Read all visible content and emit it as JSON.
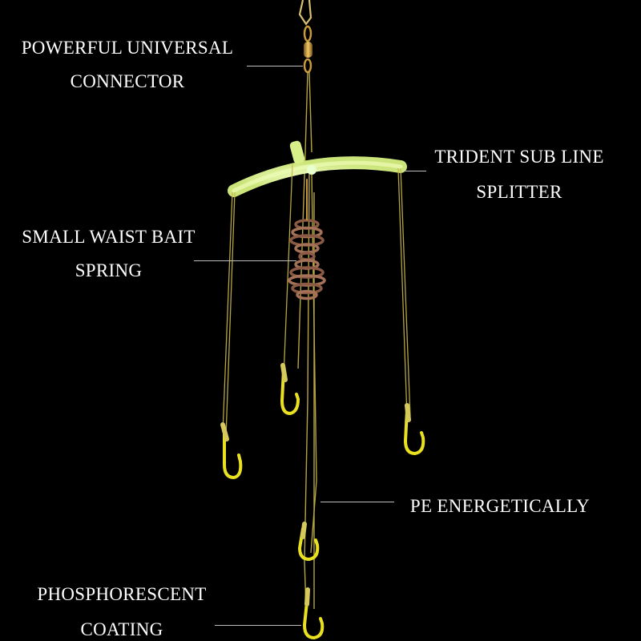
{
  "labels": {
    "connector": {
      "line1": "POWERFUL UNIVERSAL",
      "line2": "CONNECTOR"
    },
    "splitter": {
      "line1": "TRIDENT SUB LINE",
      "line2": "SPLITTER"
    },
    "spring": {
      "line1": "SMALL WAIST BAIT",
      "line2": "SPRING"
    },
    "line": {
      "line1": "PE ENERGETICALLY"
    },
    "coating": {
      "line1": "PHOSPHORESCENT",
      "line2": "COATING"
    }
  },
  "colors": {
    "background": "#000000",
    "text": "#ffffff",
    "leader_line": "#bdbdbd",
    "phosphor_green": "#d8f08a",
    "hook_yellow": "#e8e020",
    "fishing_line": "#c9b84a",
    "brass": "#c99a3a",
    "spring_copper": "#8a5a44"
  },
  "icons": [
    "snap-swivel-icon",
    "splitter-bar-icon",
    "bait-spring-icon",
    "fish-hook-icon"
  ]
}
